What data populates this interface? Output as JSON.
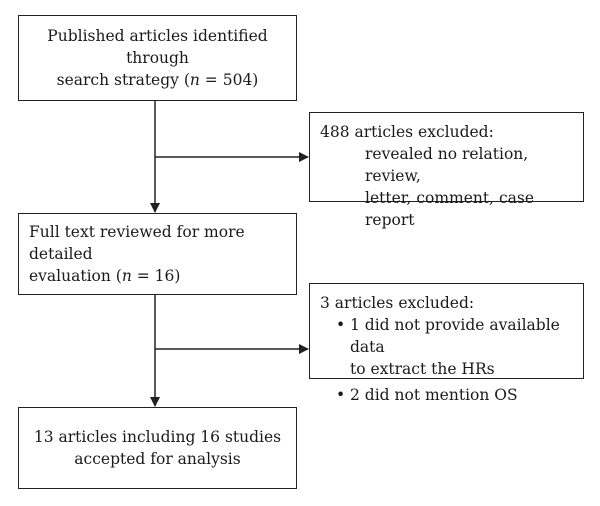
{
  "boxes": {
    "identified": {
      "line1": "Published articles identified through",
      "line2_prefix": "search strategy (",
      "n_symbol": "n",
      "line2_suffix": " = 504)"
    },
    "full_text": {
      "line1": "Full text reviewed for more detailed",
      "line2_prefix": "evaluation (",
      "n_symbol": "n",
      "line2_suffix": " = 16)"
    },
    "accepted": {
      "line1": "13 articles including 16 studies",
      "line2": "accepted for analysis"
    }
  },
  "exclusions": {
    "first": {
      "title": "488 articles excluded:",
      "line1": "revealed no relation, review,",
      "line2": "letter, comment, case report"
    },
    "second": {
      "title": "3 articles excluded:",
      "items": [
        "1 did not provide available data",
        "to extract the HRs",
        "2 did not mention OS"
      ]
    }
  }
}
